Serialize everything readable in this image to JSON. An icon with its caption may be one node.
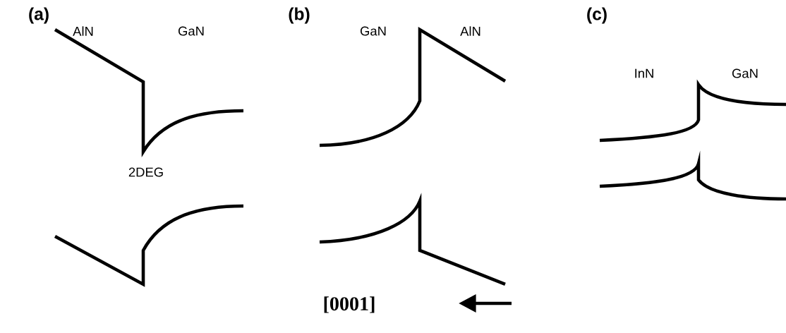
{
  "diagram": {
    "labels": [
      "(a)",
      "(b)",
      "(c)",
      "AlN",
      "GaN",
      "GaN",
      "AlN",
      "InN",
      "GaN",
      "2DEG",
      "[0001]"
    ]
  }
}
